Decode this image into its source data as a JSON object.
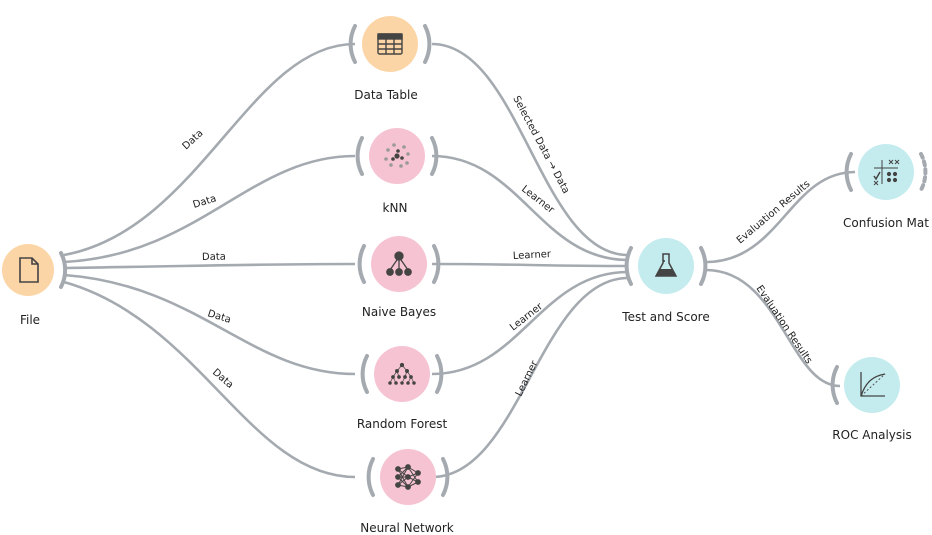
{
  "nodes": {
    "file": {
      "label": "File",
      "icon": "file-icon",
      "color": "#fcd5a6"
    },
    "data_table": {
      "label": "Data Table",
      "icon": "table-icon",
      "color": "#fcd5a6"
    },
    "knn": {
      "label": "kNN",
      "icon": "knn-icon",
      "color": "#f6c3d2"
    },
    "naive_bayes": {
      "label": "Naive Bayes",
      "icon": "naive-bayes-icon",
      "color": "#f6c3d2"
    },
    "random_forest": {
      "label": "Random Forest",
      "icon": "random-forest-icon",
      "color": "#f6c3d2"
    },
    "neural_network": {
      "label": "Neural Network",
      "icon": "neural-network-icon",
      "color": "#f6c3d2"
    },
    "test_and_score": {
      "label": "Test and Score",
      "icon": "flask-icon",
      "color": "#c4ecee"
    },
    "confusion_matrix": {
      "label": "Confusion Mat",
      "icon": "confusion-matrix-icon",
      "color": "#c4ecee"
    },
    "roc_analysis": {
      "label": "ROC Analysis",
      "icon": "roc-curve-icon",
      "color": "#c4ecee"
    }
  },
  "links": {
    "file_datatable": "Data",
    "file_knn": "Data",
    "file_naivebayes": "Data",
    "file_randomforest": "Data",
    "file_neuralnetwork": "Data",
    "datatable_testscore": "Selected Data → Data",
    "knn_testscore": "Learner",
    "naivebayes_testscore": "Learner",
    "randomforest_testscore": "Learner",
    "neuralnetwork_testscore": "Learner",
    "testscore_confusion": "Evaluation Results",
    "testscore_roc": "Evaluation Results"
  },
  "colors": {
    "link": "#a4aab0",
    "data_node": "#fcd5a6",
    "model_node": "#f6c3d2",
    "eval_node": "#c4ecee"
  }
}
